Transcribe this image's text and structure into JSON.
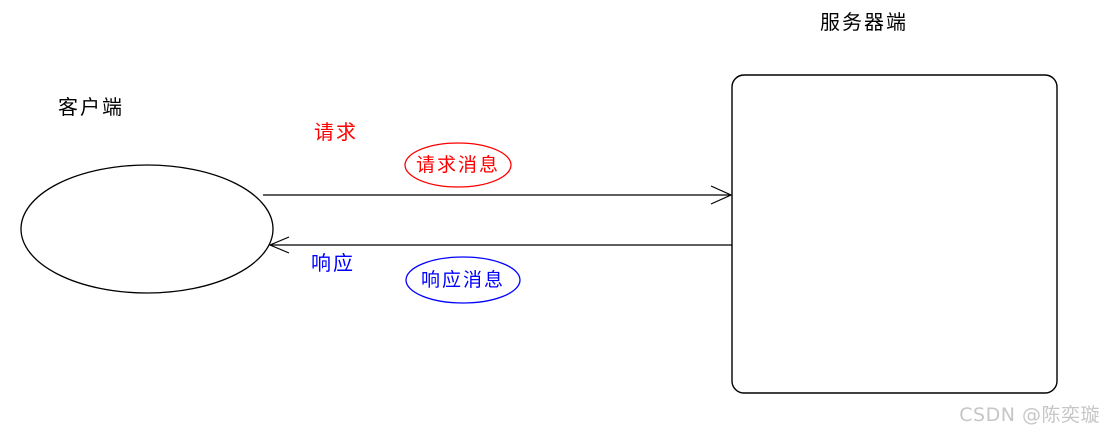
{
  "diagram": {
    "labels": {
      "client": "客户端",
      "server": "服务器端",
      "request": "请求",
      "request_message": "请求消息",
      "response": "响应",
      "response_message": "响应消息"
    },
    "watermark": "CSDN @陈奕璇",
    "colors": {
      "stroke": "#000000",
      "request": "#ff0000",
      "response": "#0000ff",
      "watermark": "#c6c6c6",
      "background": "#ffffff"
    }
  }
}
